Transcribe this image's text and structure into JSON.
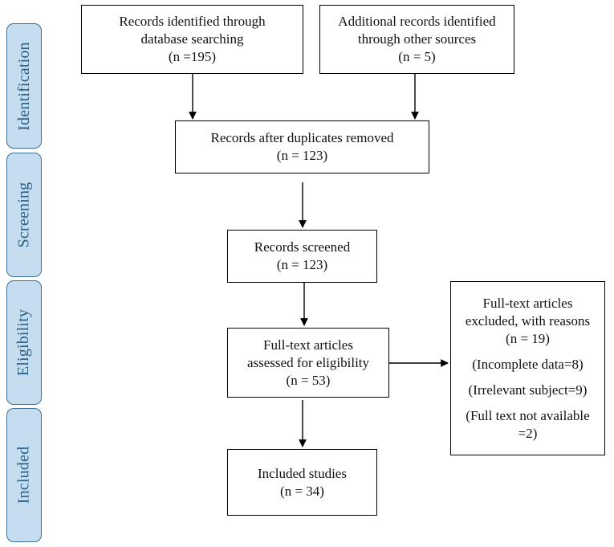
{
  "stages": {
    "identification": "Identification",
    "screening": "Screening",
    "eligibility": "Eligibility",
    "included": "Included"
  },
  "boxes": {
    "database": {
      "line1": "Records identified through",
      "line2": "database searching",
      "line3": "(n =195)"
    },
    "other": {
      "line1": "Additional records identified",
      "line2": "through other sources",
      "line3": "(n = 5)"
    },
    "duplicates": {
      "line1": "Records after duplicates removed",
      "line2": "(n = 123)"
    },
    "screened": {
      "line1": "Records screened",
      "line2": "(n = 123)"
    },
    "fulltext": {
      "line1": "Full-text articles",
      "line2": "assessed for eligibility",
      "line3": "(n = 53)"
    },
    "excluded": {
      "line1": "Full-text articles",
      "line2": "excluded, with reasons",
      "line3": "(n = 19)",
      "reason1": "(Incomplete data=8)",
      "reason2": "(Irrelevant subject=9)",
      "reason3a": "(Full text not available",
      "reason3b": "=2)"
    },
    "included": {
      "line1": "Included studies",
      "line2": "(n = 34)"
    }
  },
  "colors": {
    "stage_fill": "#c6dcef",
    "stage_border": "#3f6e95",
    "stage_text": "#2a6187",
    "box_border": "#000000",
    "arrow": "#000000"
  }
}
